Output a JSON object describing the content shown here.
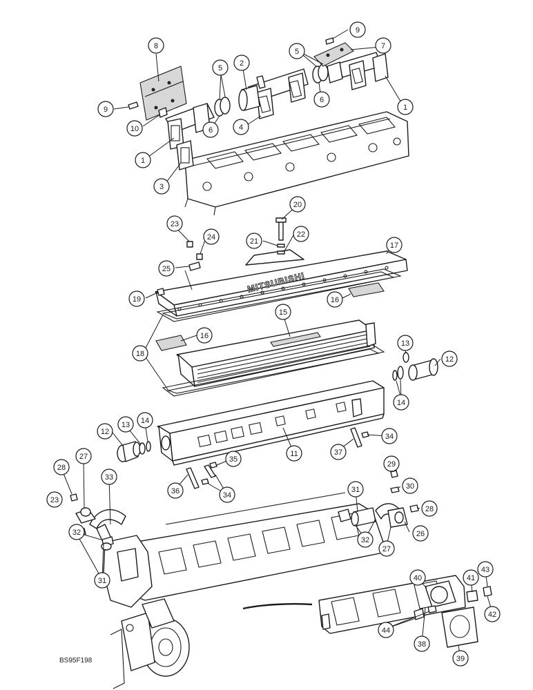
{
  "figure": {
    "code": "BS95F198",
    "brand_text": "MITSUBISHI"
  },
  "callouts": [
    {
      "id": "c1a",
      "label": "1"
    },
    {
      "id": "c1b",
      "label": "1"
    },
    {
      "id": "c2",
      "label": "2"
    },
    {
      "id": "c3",
      "label": "3"
    },
    {
      "id": "c4",
      "label": "4"
    },
    {
      "id": "c5a",
      "label": "5"
    },
    {
      "id": "c5b",
      "label": "5"
    },
    {
      "id": "c6a",
      "label": "6"
    },
    {
      "id": "c6b",
      "label": "6"
    },
    {
      "id": "c7",
      "label": "7"
    },
    {
      "id": "c8",
      "label": "8"
    },
    {
      "id": "c9a",
      "label": "9"
    },
    {
      "id": "c9b",
      "label": "9"
    },
    {
      "id": "c10",
      "label": "10"
    },
    {
      "id": "c11",
      "label": "11"
    },
    {
      "id": "c12a",
      "label": "12"
    },
    {
      "id": "c12b",
      "label": "12"
    },
    {
      "id": "c13a",
      "label": "13"
    },
    {
      "id": "c13b",
      "label": "13"
    },
    {
      "id": "c14a",
      "label": "14"
    },
    {
      "id": "c14b",
      "label": "14"
    },
    {
      "id": "c15",
      "label": "15"
    },
    {
      "id": "c16a",
      "label": "16"
    },
    {
      "id": "c16b",
      "label": "16"
    },
    {
      "id": "c17",
      "label": "17"
    },
    {
      "id": "c18",
      "label": "18"
    },
    {
      "id": "c19",
      "label": "19"
    },
    {
      "id": "c20",
      "label": "20"
    },
    {
      "id": "c21",
      "label": "21"
    },
    {
      "id": "c22",
      "label": "22"
    },
    {
      "id": "c23a",
      "label": "23"
    },
    {
      "id": "c23b",
      "label": "23"
    },
    {
      "id": "c24",
      "label": "24"
    },
    {
      "id": "c25",
      "label": "25"
    },
    {
      "id": "c26",
      "label": "26"
    },
    {
      "id": "c27a",
      "label": "27"
    },
    {
      "id": "c27b",
      "label": "27"
    },
    {
      "id": "c28a",
      "label": "28"
    },
    {
      "id": "c28b",
      "label": "28"
    },
    {
      "id": "c29",
      "label": "29"
    },
    {
      "id": "c30",
      "label": "30"
    },
    {
      "id": "c31a",
      "label": "31"
    },
    {
      "id": "c31b",
      "label": "31"
    },
    {
      "id": "c32a",
      "label": "32"
    },
    {
      "id": "c32b",
      "label": "32"
    },
    {
      "id": "c33",
      "label": "33"
    },
    {
      "id": "c34a",
      "label": "34"
    },
    {
      "id": "c34b",
      "label": "34"
    },
    {
      "id": "c35",
      "label": "35"
    },
    {
      "id": "c36",
      "label": "36"
    },
    {
      "id": "c37",
      "label": "37"
    },
    {
      "id": "c38",
      "label": "38"
    },
    {
      "id": "c39",
      "label": "39"
    },
    {
      "id": "c40",
      "label": "40"
    },
    {
      "id": "c41",
      "label": "41"
    },
    {
      "id": "c42",
      "label": "42"
    },
    {
      "id": "c43",
      "label": "43"
    },
    {
      "id": "c44",
      "label": "44"
    }
  ]
}
